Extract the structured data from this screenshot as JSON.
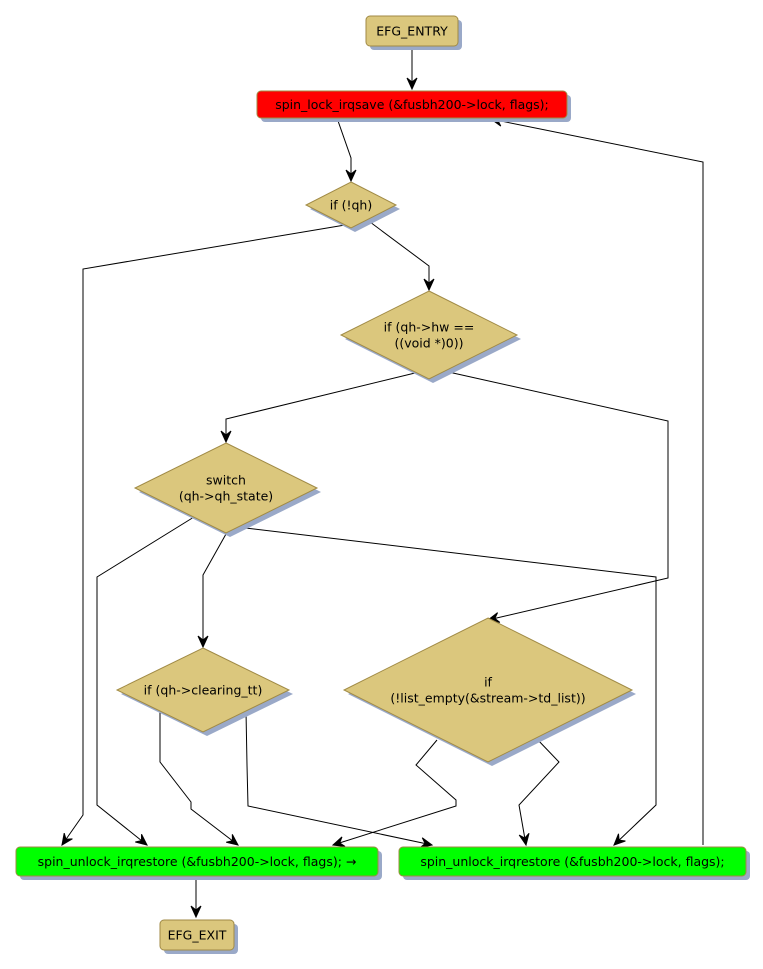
{
  "diagram": {
    "type": "control-flow-graph",
    "colors": {
      "terminal": "#dbc77d",
      "decision": "#dbc77d",
      "lock": "#ff0000",
      "unlock": "#00ff00",
      "border": "#a08a45",
      "shadow": "#9aa9c8",
      "edge": "#000000"
    },
    "nodes": [
      {
        "id": "entry",
        "kind": "terminal",
        "lines": [
          "EFG_ENTRY"
        ]
      },
      {
        "id": "lock",
        "kind": "lock",
        "lines": [
          "spin_lock_irqsave (&fusbh200->lock, flags);"
        ]
      },
      {
        "id": "if_qh",
        "kind": "decision",
        "lines": [
          "if (!qh)"
        ]
      },
      {
        "id": "if_hw",
        "kind": "decision",
        "lines": [
          "if (qh->hw ==",
          "((void *)0))"
        ]
      },
      {
        "id": "switch",
        "kind": "decision",
        "lines": [
          "switch",
          "(qh->qh_state)"
        ]
      },
      {
        "id": "if_clear",
        "kind": "decision",
        "lines": [
          "if (qh->clearing_tt)"
        ]
      },
      {
        "id": "if_list",
        "kind": "decision",
        "lines": [
          "if",
          "(!list_empty(&stream->td_list))"
        ]
      },
      {
        "id": "unlock1",
        "kind": "unlock",
        "lines": [
          "spin_unlock_irqrestore (&fusbh200->lock, flags); →"
        ]
      },
      {
        "id": "unlock2",
        "kind": "unlock",
        "lines": [
          "spin_unlock_irqrestore (&fusbh200->lock, flags);"
        ]
      },
      {
        "id": "exit",
        "kind": "terminal",
        "lines": [
          "EFG_EXIT"
        ]
      }
    ],
    "edges": [
      {
        "from": "entry",
        "to": "lock"
      },
      {
        "from": "lock",
        "to": "if_qh"
      },
      {
        "from": "if_qh",
        "to": "unlock1"
      },
      {
        "from": "if_qh",
        "to": "if_hw"
      },
      {
        "from": "if_hw",
        "to": "switch"
      },
      {
        "from": "if_hw",
        "to": "if_list"
      },
      {
        "from": "switch",
        "to": "unlock1"
      },
      {
        "from": "switch",
        "to": "if_clear"
      },
      {
        "from": "switch",
        "to": "unlock2"
      },
      {
        "from": "if_clear",
        "to": "unlock1"
      },
      {
        "from": "if_clear",
        "to": "unlock2"
      },
      {
        "from": "if_list",
        "to": "unlock1"
      },
      {
        "from": "if_list",
        "to": "unlock2"
      },
      {
        "from": "unlock1",
        "to": "exit"
      },
      {
        "from": "unlock2",
        "to": "lock"
      }
    ]
  }
}
